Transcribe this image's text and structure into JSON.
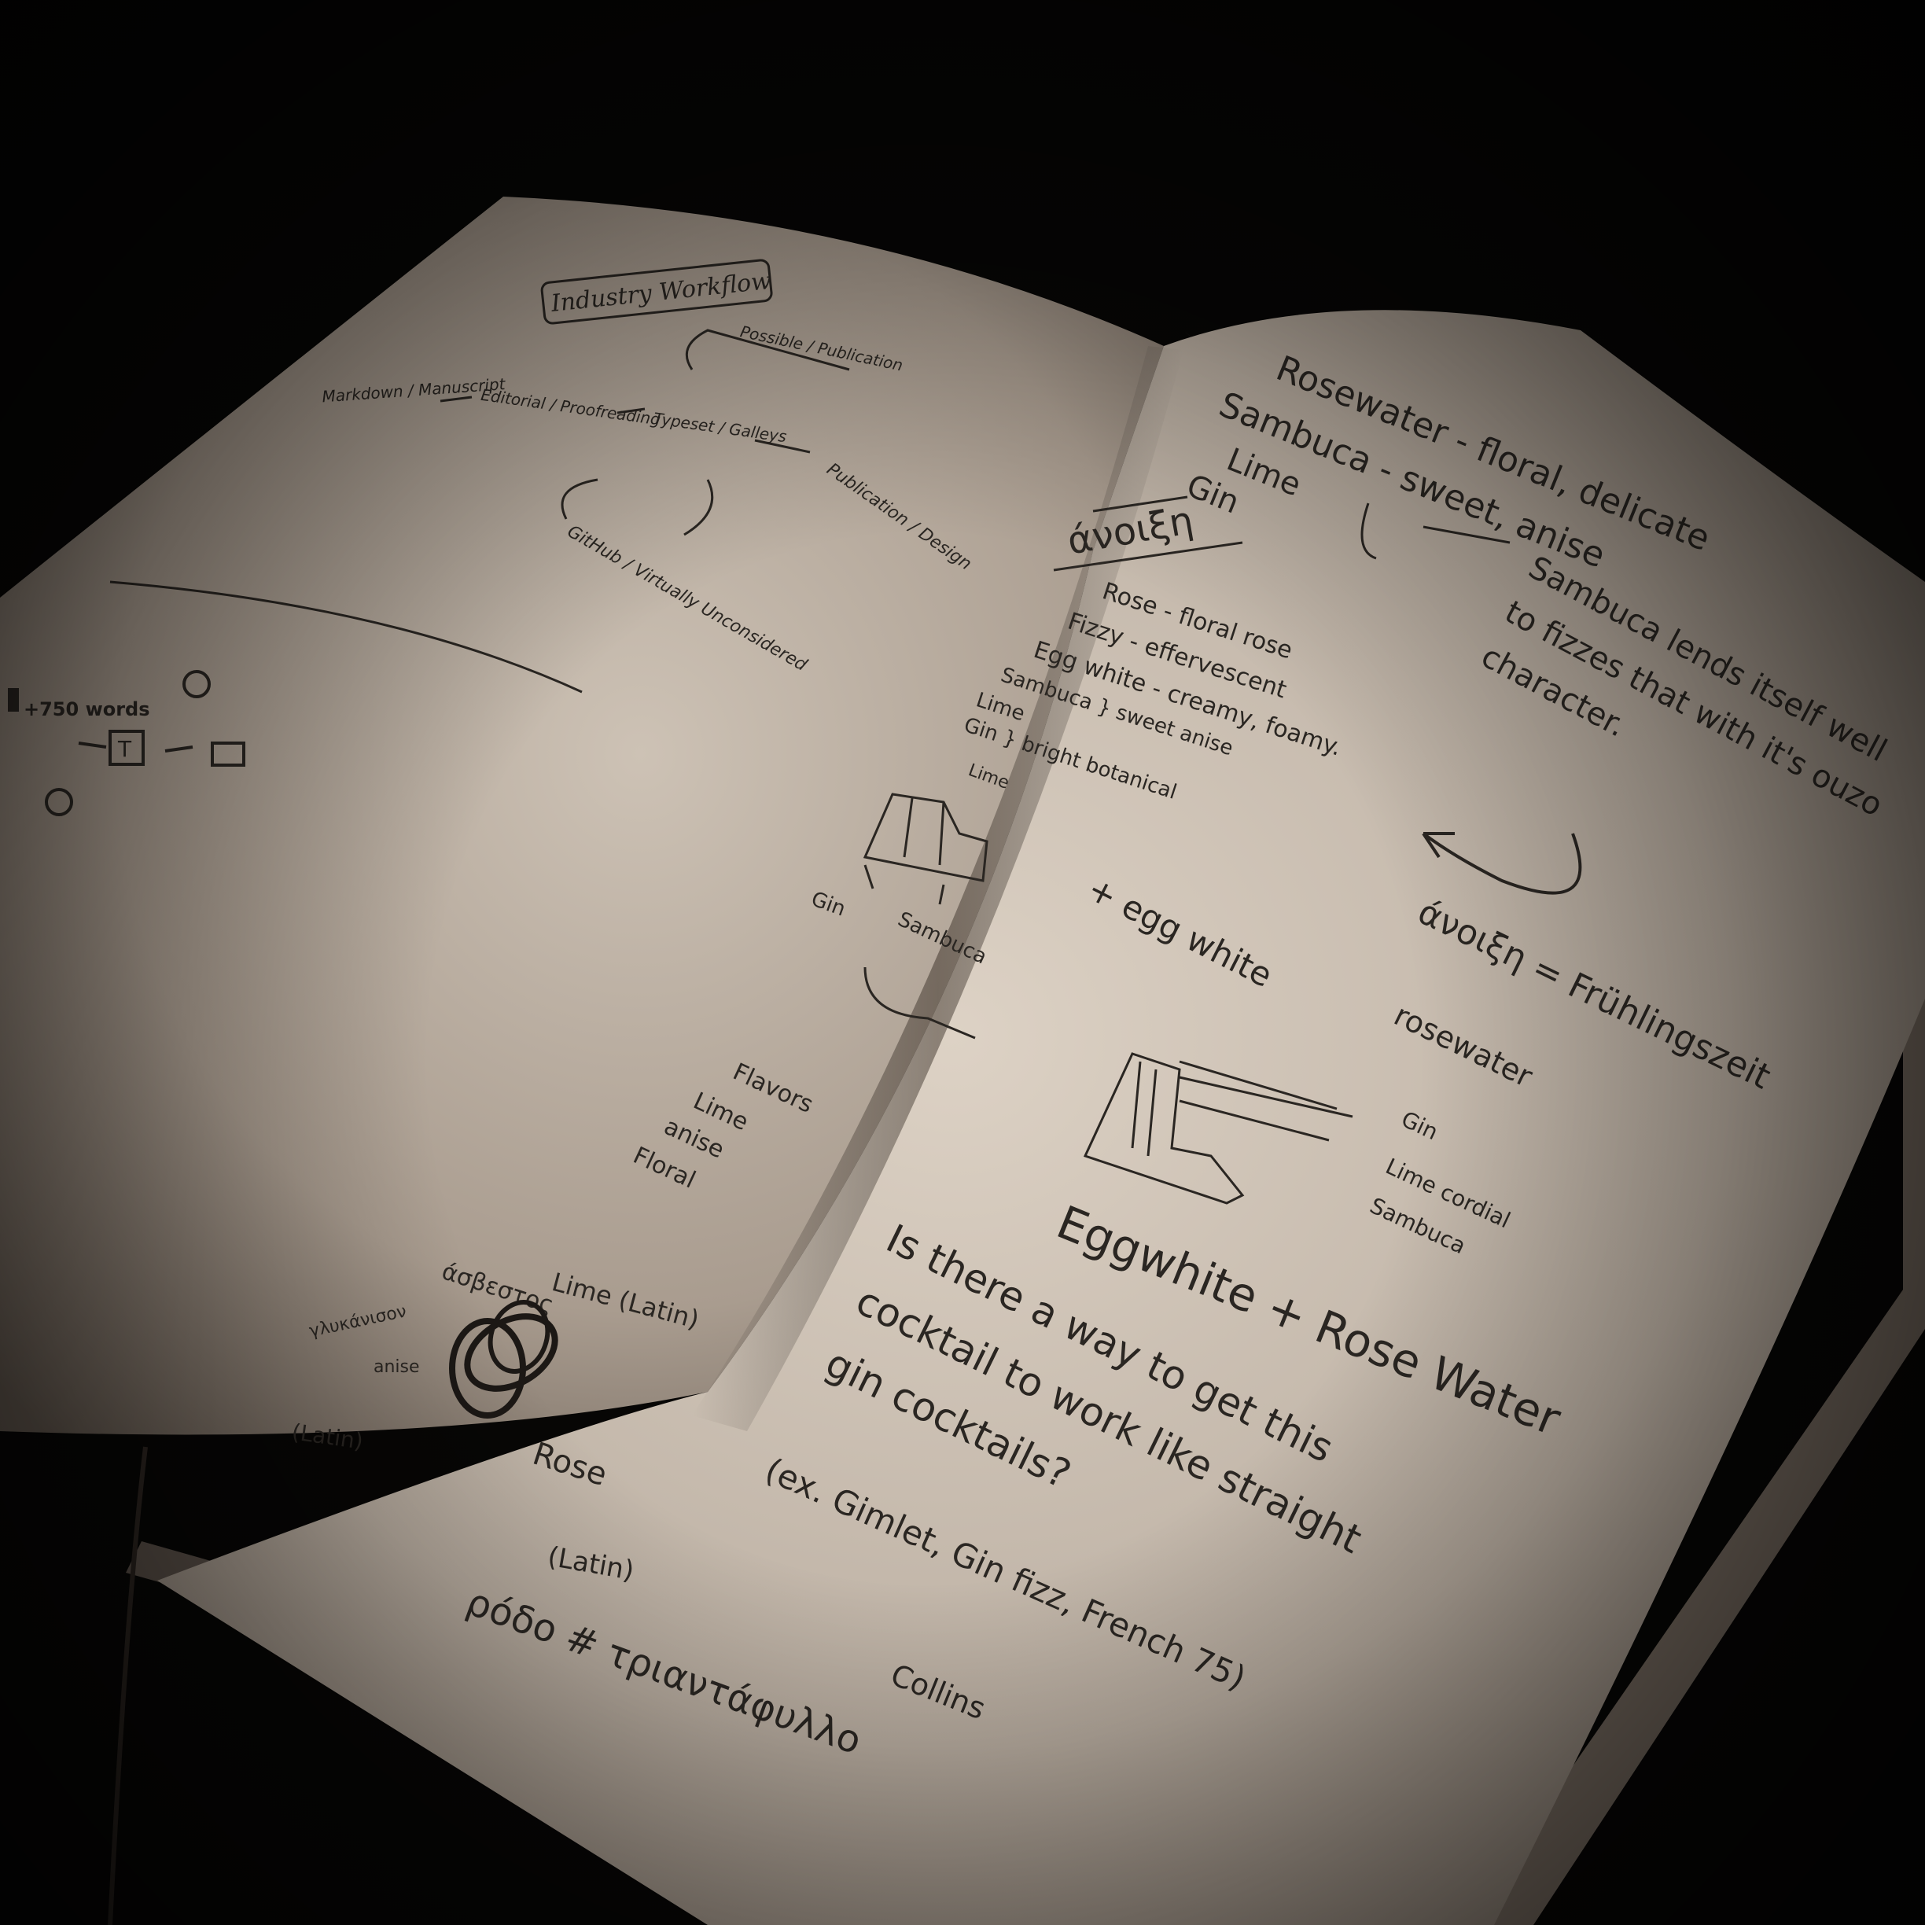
{
  "left_page": {
    "workflow_title": "Industry Workflow",
    "nodes": [
      "Markdown / Manuscript",
      "Editorial / Proofreading",
      "Typeset / Galleys",
      "Possible / Publication",
      "Publication / Design",
      "GitHub / Virtually Unconsidered"
    ],
    "diagram_text": "+750 words"
  },
  "right_page": {
    "lines": [
      "Rosewater - floral, delicate",
      "Sambuca - sweet, anise",
      "Lime",
      "Gin",
      "άνοιξη",
      "Rose - floral rose",
      "Fizzy - effervescent",
      "Egg white - creamy, foamy.",
      "Sambuca } sweet anise",
      "Lime",
      "Gin } bright botanical",
      "Sambuca lends itself well to fizzes that with it's ouzo character.",
      "άνοιξη = Frühlingszeit",
      "Lime",
      "Gin",
      "Sambuca",
      "+ egg white",
      "rosewater",
      "Gin",
      "Lime cordial",
      "Sambuca",
      "Eggwhite + Rose Water",
      "Flavors",
      "Lime",
      "anise",
      "Floral",
      "άσβεστος",
      "Lime (Latin)",
      "γλυκάνισον",
      "anise",
      "(Latin)",
      "Rose",
      "(Latin)",
      "ρόδο # τριαντάφυλλο",
      "Is there a way to get this cocktail to work like straight gin cocktails?",
      "(ex. Gimlet, Gin fizz, French 75)",
      "Collins"
    ]
  },
  "colors": {
    "background": "#070605",
    "paper_light": "#d8ccbe",
    "paper_shadow": "#8c7f73",
    "ink": "#2a2622"
  }
}
